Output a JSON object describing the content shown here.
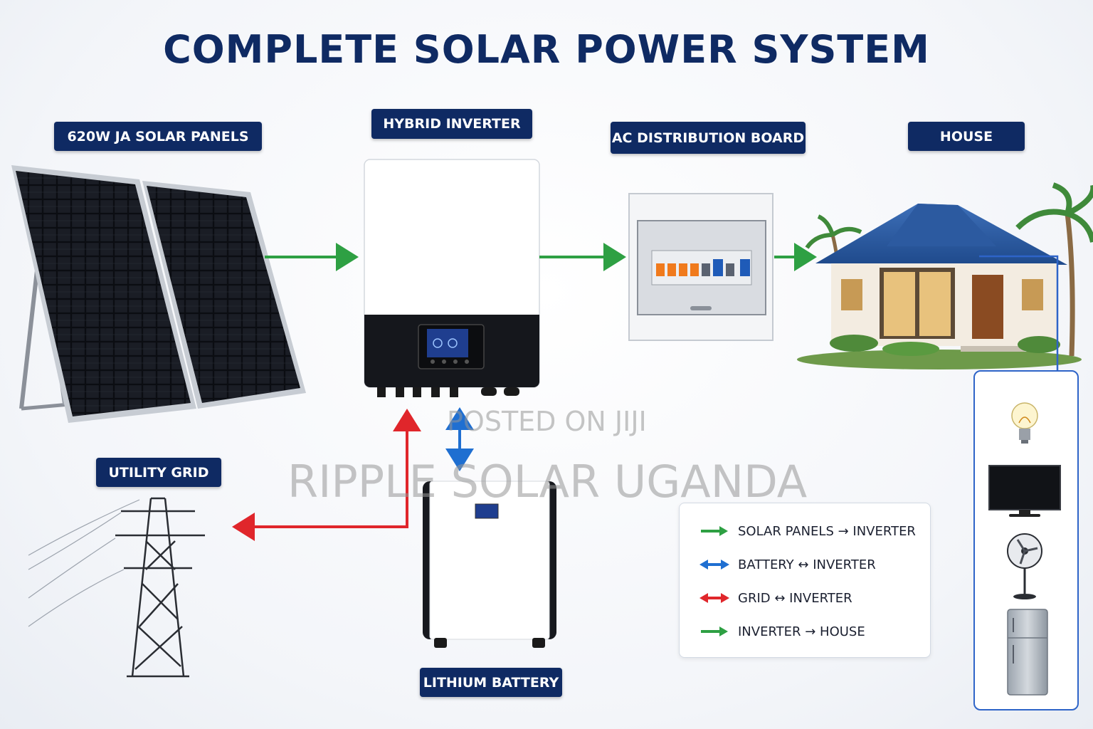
{
  "title": "COMPLETE SOLAR POWER SYSTEM",
  "labels": {
    "solar_panels": "620W JA SOLAR PANELS",
    "inverter": "HYBRID INVERTER",
    "distribution_board": "AC DISTRIBUTION BOARD",
    "house": "HOUSE",
    "utility_grid": "UTILITY GRID",
    "battery": "LITHIUM BATTERY"
  },
  "legend": [
    {
      "text": "SOLAR PANELS → INVERTER",
      "color": "#2ea043",
      "style": "one-way"
    },
    {
      "text": "BATTERY ↔ INVERTER",
      "color": "#1f6fd1",
      "style": "two-way"
    },
    {
      "text": "GRID ↔ INVERTER",
      "color": "#e0262b",
      "style": "two-way"
    },
    {
      "text": "INVERTER → HOUSE",
      "color": "#2ea043",
      "style": "one-way"
    }
  ],
  "appliances": [
    "light-bulb-icon",
    "television-icon",
    "fan-icon",
    "refrigerator-icon"
  ],
  "watermark": {
    "line1": "POSTED ON JIJI",
    "line2": "RIPPLE SOLAR UGANDA"
  },
  "colors": {
    "navy": "#0f2a63",
    "green_flow": "#2ea043",
    "blue_flow": "#1f6fd1",
    "red_flow": "#e0262b"
  }
}
